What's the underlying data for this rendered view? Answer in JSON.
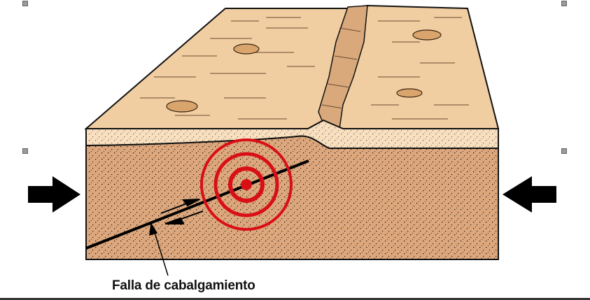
{
  "diagram": {
    "caption": "Falla de cabalgamiento",
    "colors": {
      "surface": "#f1cea2",
      "sand_layer": "#f7dfbf",
      "rock_layer": "#dca77d",
      "epicenter_rings": "#d90f16",
      "outline": "#111111"
    },
    "icons": [
      "compression-arrow-left",
      "compression-arrow-right",
      "epicenter-rings",
      "fault-slip-arrows",
      "crater-mark"
    ]
  }
}
